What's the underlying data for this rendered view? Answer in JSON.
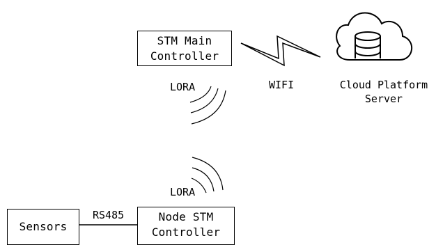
{
  "main_controller": {
    "line1": "STM Main",
    "line2": "Controller"
  },
  "lora_top": "LORA",
  "wifi": "WIFI",
  "cloud": {
    "line1": "Cloud Platform",
    "line2": "Server",
    "icon": "cloud-database-icon"
  },
  "lora_bottom": "LORA",
  "sensors": "Sensors",
  "rs485": "RS485",
  "node_controller": {
    "line1": "Node STM",
    "line2": "Controller"
  }
}
